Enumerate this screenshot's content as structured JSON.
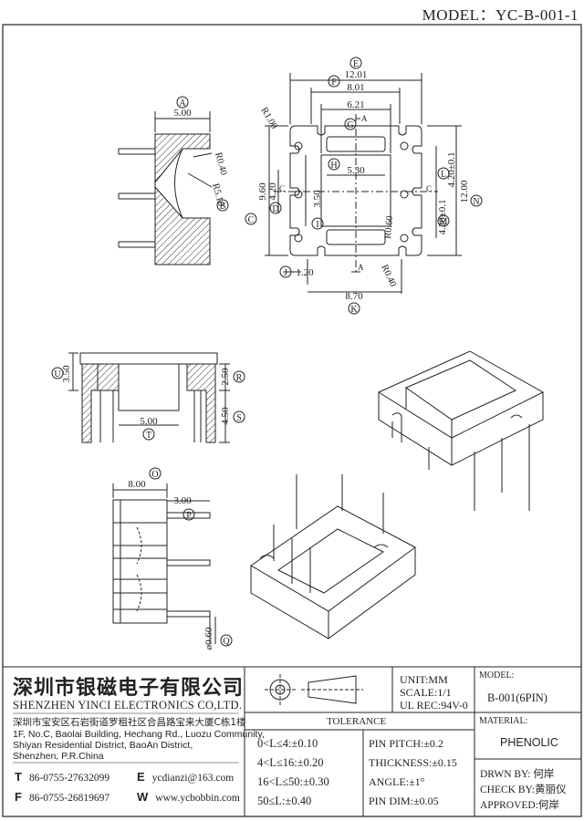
{
  "header": {
    "model_line": "MODEL：YC-B-001-1"
  },
  "dimensions": {
    "A": {
      "letter": "A",
      "value": "5.00"
    },
    "B": {
      "letter": "B",
      "r1": "R0.40",
      "r2": "R5.10"
    },
    "C": {
      "letter": "C",
      "value": "9.60"
    },
    "D": {
      "letter": "D",
      "value": "4.20"
    },
    "E": {
      "letter": "E",
      "value": "12.01"
    },
    "F": {
      "letter": "F",
      "value": "8.01"
    },
    "G": {
      "letter": "G",
      "value": "6.21"
    },
    "H": {
      "letter": "H",
      "value": "5.30"
    },
    "I": {
      "letter": "I",
      "value": "3.50"
    },
    "J": {
      "letter": "J",
      "value": "1.20"
    },
    "K": {
      "letter": "K",
      "value": "8.70"
    },
    "L": {
      "letter": "L",
      "value": "4.20±0.1"
    },
    "M": {
      "letter": "M",
      "value": "4.20±0.1"
    },
    "N": {
      "letter": "N",
      "value": "12.00"
    },
    "O": {
      "letter": "O",
      "value": "8.00"
    },
    "P": {
      "letter": "P",
      "value": "3.00"
    },
    "Q": {
      "letter": "Q",
      "value": "ø0.60"
    },
    "R": {
      "letter": "R",
      "value": "2.50"
    },
    "S": {
      "letter": "S",
      "value": "4.50"
    },
    "T": {
      "letter": "T",
      "value": "5.00"
    },
    "U": {
      "letter": "U",
      "value": "3.50"
    },
    "corner_radius": "R1.00",
    "slot_radius_1": "R0.60",
    "slot_radius_2": "R0.40",
    "section_a": "A",
    "section_c": "C"
  },
  "company": {
    "name_cn": "深圳市银磁电子有限公司",
    "name_en": "SHENZHEN YINCI ELECTRONICS CO,LTD.",
    "address_cn": "深圳市宝安区石岩街道罗租社区合昌路宝来大厦C栋1楼",
    "address_en": [
      "1F, No.C, Baolai Building, Hechang Rd., Luozu Community,",
      "Shiyan Residential District, BaoAn District,",
      "Shenzhen, P.R.China"
    ],
    "tel_label": "T",
    "tel": "86-0755-27632099",
    "fax_label": "F",
    "fax": "86-0755-26819697",
    "email_label": "E",
    "email": "ycdianzi@163.com",
    "web_label": "W",
    "web": "www.ycbobbin.com"
  },
  "specs": {
    "unit": "UNIT:MM",
    "scale": "SCALE:1/1",
    "ul_rec": "UL REC:94V-0"
  },
  "model_box": {
    "label": "MODEL:",
    "value": "B-001(6PIN)"
  },
  "material_box": {
    "label": "MATERIAL:",
    "value": "PHENOLIC"
  },
  "tolerance": {
    "title": "TOLERANCE",
    "rows": [
      "0<L≤4:±0.10",
      "4<L≤16:±0.20",
      "16<L≤50:±0.30",
      "50≤L:±0.40"
    ],
    "right_rows": [
      "PIN PITCH:±0.2",
      "THICKNESS:±0.15",
      "ANGLE:±1°",
      "PIN DIM:±0.05"
    ]
  },
  "approvals": {
    "drawn": "DRWN BY: 何岸",
    "check": "CHECK BY:黄丽仪",
    "approved": "APPROVED:何岸"
  }
}
